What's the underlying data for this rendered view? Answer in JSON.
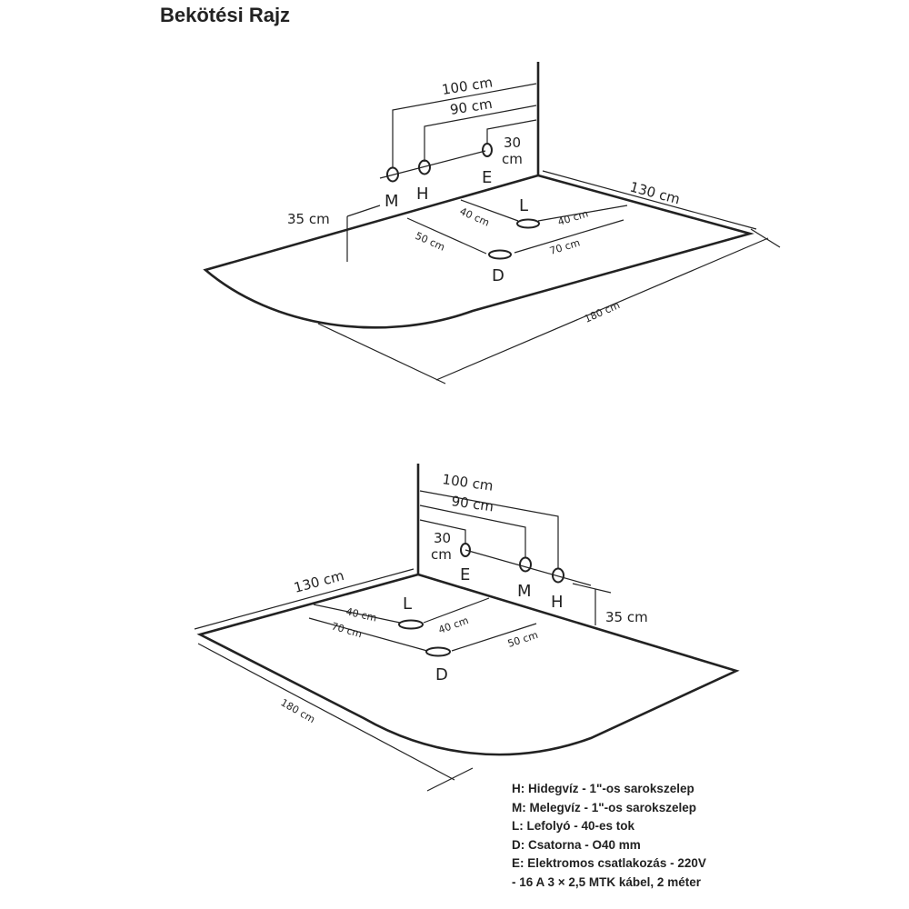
{
  "title": "Bekötési Rajz",
  "diagram_top": {
    "labels": {
      "M": "M",
      "H": "H",
      "E": "E",
      "L": "L",
      "D": "D"
    },
    "dims": {
      "d100": "100 cm",
      "d90": "90 cm",
      "d30a": "30",
      "d30b": "cm",
      "d35": "35 cm",
      "d130": "130 cm",
      "d180": "180 cm",
      "d40a": "40 cm",
      "d40b": "40 cm",
      "d50": "50 cm",
      "d70": "70 cm"
    }
  },
  "diagram_bottom": {
    "labels": {
      "M": "M",
      "H": "H",
      "E": "E",
      "L": "L",
      "D": "D"
    },
    "dims": {
      "d100": "100 cm",
      "d90": "90 cm",
      "d30a": "30",
      "d30b": "cm",
      "d35": "35 cm",
      "d130": "130 cm",
      "d180": "180 cm",
      "d40a": "40 cm",
      "d40b": "40 cm",
      "d50": "50 cm",
      "d70": "70 cm"
    }
  },
  "legend": [
    "H: Hidegvíz - 1\"-os sarokszelep",
    "M: Melegvíz - 1\"-os sarokszelep",
    "L: Lefolyó - 40-es tok",
    "D: Csatorna - O40 mm",
    "E: Elektromos csatlakozás - 220V",
    "- 16 A 3 × 2,5 MTK kábel, 2 méter"
  ]
}
